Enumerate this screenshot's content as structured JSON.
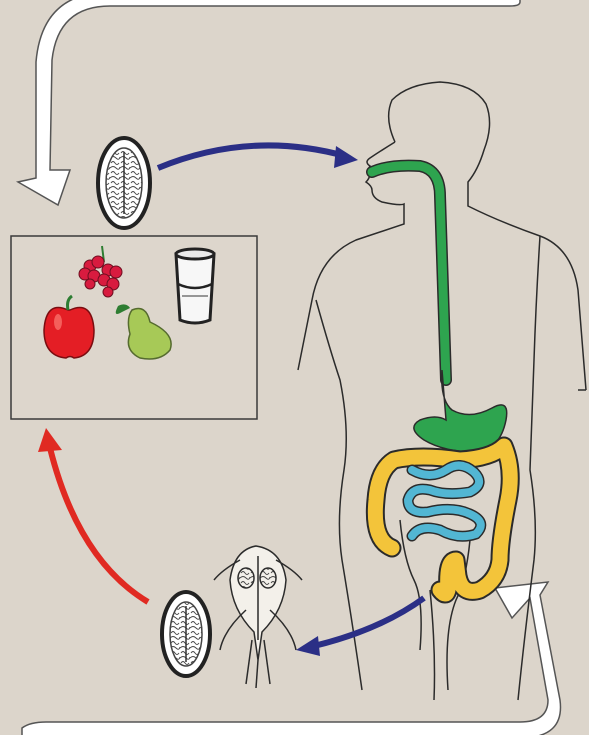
{
  "diagram": {
    "subject": "giardia-life-cycle",
    "colors": {
      "background": "#dcd5cb",
      "panel": "#ddd6cc",
      "outline": "#3a3a3a",
      "white_arrow": "#ffffff",
      "blue_arrow": "#2b2f86",
      "red_arrow": "#e02a22",
      "esophagus_stomach": "#2ea44f",
      "small_intestine": "#52b6d3",
      "colon": "#f3c43a",
      "apple": "#e41e25",
      "pear": "#a7c957",
      "raspberry": "#d81b3f"
    },
    "stages": [
      {
        "id": "cyst-ingested",
        "icon": "cyst-icon"
      },
      {
        "id": "contaminated-food-water",
        "icon": "food-panel"
      },
      {
        "id": "human-host",
        "icon": "body-outline"
      },
      {
        "id": "trophozoite",
        "icon": "trophozoite-icon"
      },
      {
        "id": "cyst-excreted",
        "icon": "cyst-icon"
      }
    ]
  }
}
